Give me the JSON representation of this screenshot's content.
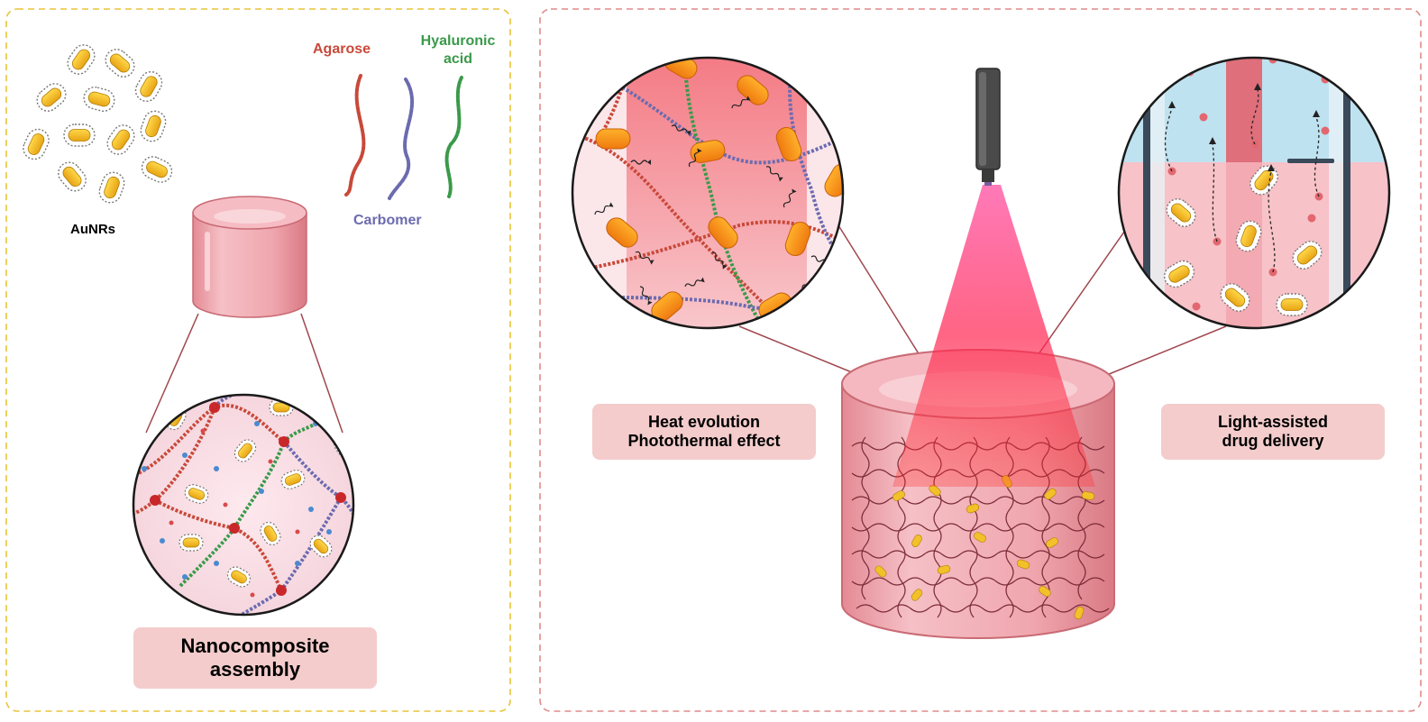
{
  "left_panel": {
    "aunrs_label": "AuNRs",
    "agarose_label": "Agarose",
    "hyaluronic_label_line1": "Hyaluronic",
    "hyaluronic_label_line2": "acid",
    "carbomer_label": "Carbomer",
    "assembly_line1": "Nanocomposite",
    "assembly_line2": "assembly"
  },
  "right_panel": {
    "heat_line1": "Heat evolution",
    "heat_line2": "Photothermal effect",
    "light_line1": "Light-assisted",
    "light_line2": "drug delivery"
  },
  "colors": {
    "left_border": "#e8c43a",
    "right_border": "#e08a8a",
    "agarose": "#c8493a",
    "carbomer": "#6b6bb0",
    "hyaluronic": "#3a9a4a",
    "gold_rod": "#f2c12a",
    "label_box": "#f4cccc",
    "laser": "#ff1a4a"
  },
  "icons": [
    "laser-device-icon",
    "gold-nanorod-icon",
    "hydrogel-cylinder-icon",
    "zoom-circle-icon"
  ]
}
